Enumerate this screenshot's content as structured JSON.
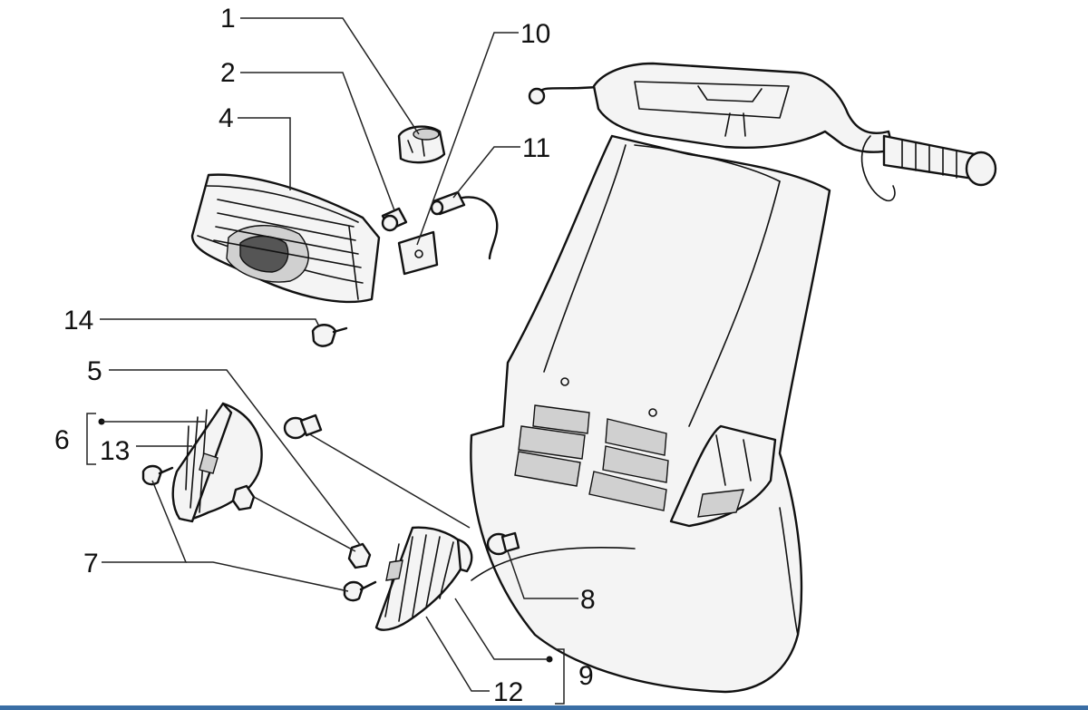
{
  "diagram": {
    "labels": {
      "l1": "1",
      "l2": "2",
      "l4": "4",
      "l5": "5",
      "l6": "6",
      "l7": "7",
      "l8": "8",
      "l9": "9",
      "l10": "10",
      "l11": "11",
      "l12": "12",
      "l13": "13",
      "l14": "14"
    }
  },
  "colors": {
    "ink": "#111111",
    "bottom_bar": "#3a6ea5"
  }
}
